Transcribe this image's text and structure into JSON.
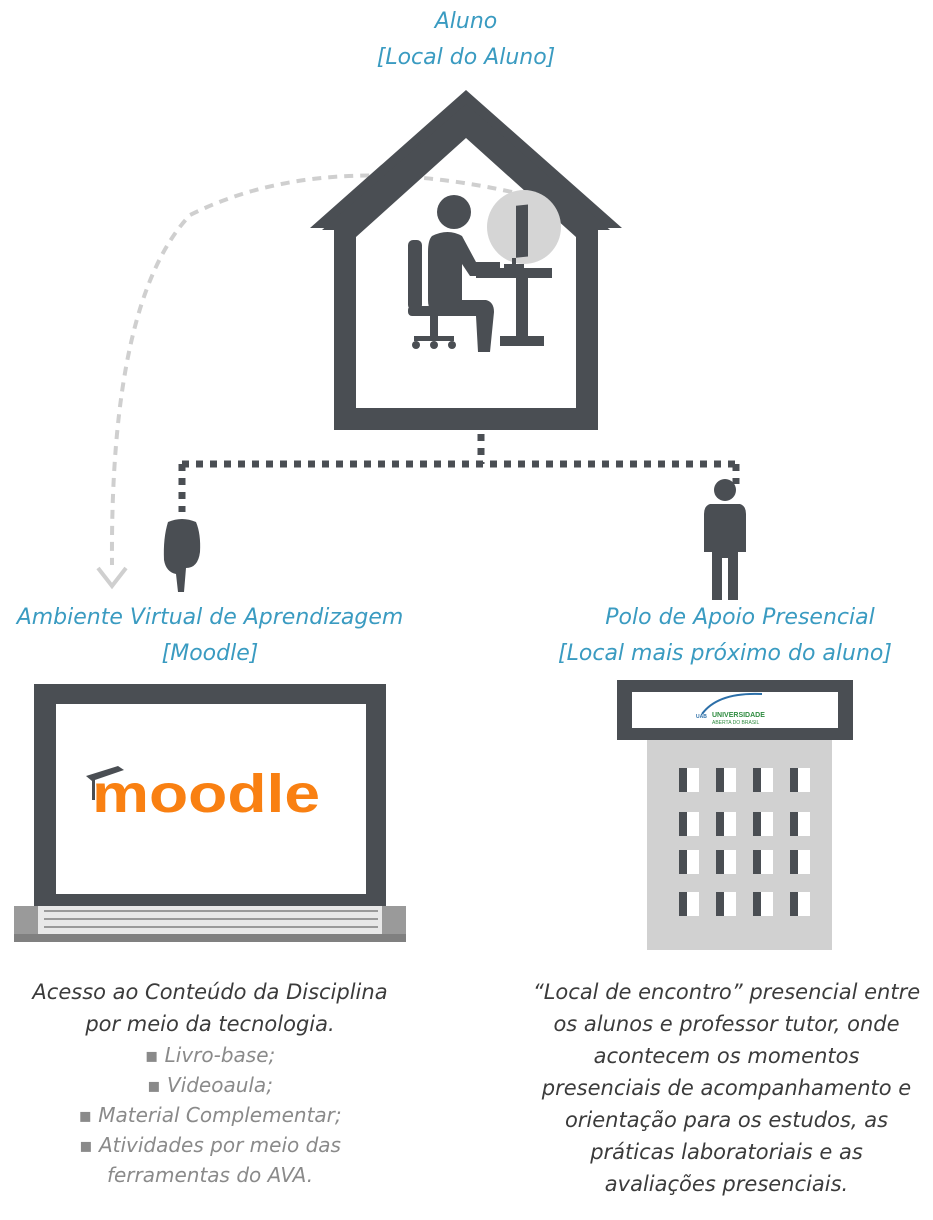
{
  "aluno": {
    "title": "Aluno",
    "subtitle": "[Local do Aluno]"
  },
  "ava": {
    "title": "Ambiente Virtual de Aprendizagem",
    "subtitle": "[Moodle]",
    "screen_logo_text": "moodle",
    "description_line1": "Acesso ao Conteúdo da Disciplina",
    "description_line2": "por meio da tecnologia.",
    "items": [
      "Livro-base;",
      "Videoaula;",
      "Material Complementar;",
      "Atividades por meio das",
      "ferramentas do AVA."
    ]
  },
  "polo": {
    "title": "Polo de Apoio Presencial",
    "subtitle": "[Local mais próximo do aluno]",
    "sign_line1": "UNIVERSIDADE",
    "sign_line2": "ABERTA DO BRASIL",
    "sign_mark": "UAB",
    "description": [
      "“Local de encontro” presencial entre",
      "os alunos e professor tutor, onde",
      "acontecem os momentos",
      "presenciais de acompanhamento e",
      "orientação para os estudos, as",
      "práticas laboratoriais e as",
      "avaliações presenciais."
    ]
  },
  "colors": {
    "dark": "#4a4e53",
    "accent_blue": "#3a9bc1",
    "moodle_orange": "#f98012",
    "building_gray": "#d1d1d1",
    "dash_light": "#cfcfcf"
  }
}
